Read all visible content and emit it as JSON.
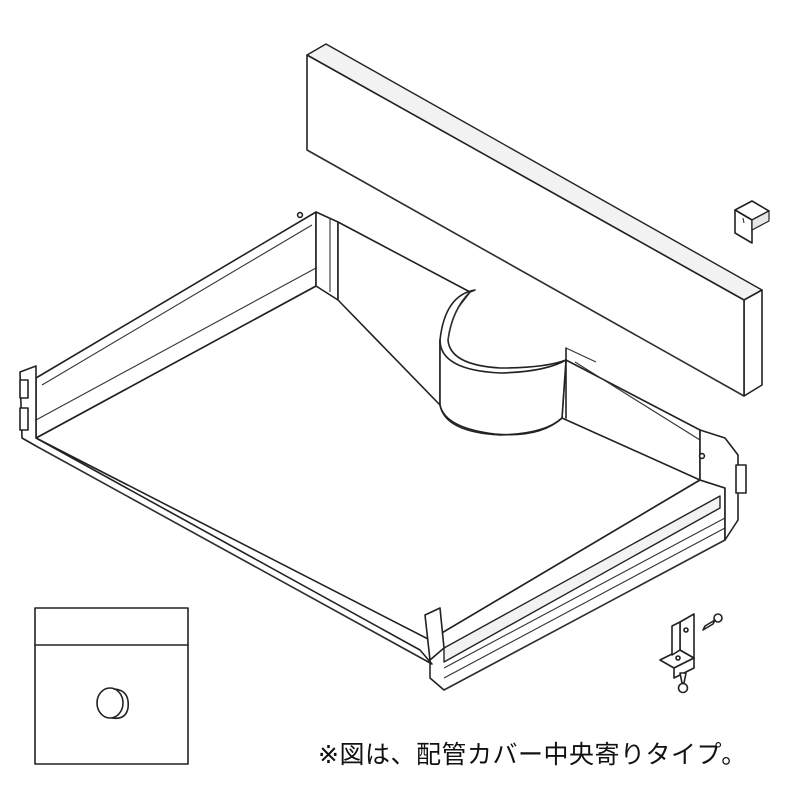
{
  "caption": "※図は、配管カバー中央寄りタイプ。",
  "colors": {
    "line": "#222222",
    "background": "#ffffff",
    "panel_fill": "#f2f2f2"
  },
  "parts": [
    {
      "name": "pipe-cover-panel"
    },
    {
      "name": "l-bracket-top"
    },
    {
      "name": "drawer-tray"
    },
    {
      "name": "center-pipe-cutout"
    },
    {
      "name": "l-bracket-with-screws"
    },
    {
      "name": "detail-inset"
    }
  ]
}
